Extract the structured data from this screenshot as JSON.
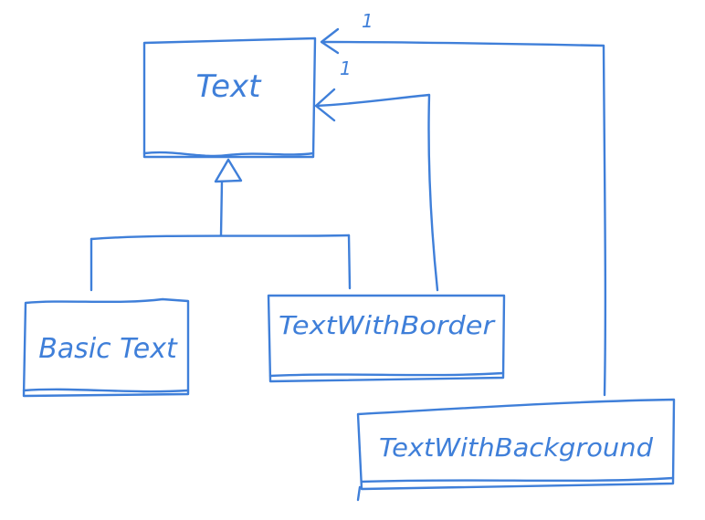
{
  "diagram": {
    "ink_color": "#3f7fd9",
    "boxes": {
      "text": "Text",
      "basic_text": "Basic Text",
      "text_with_border": "TextWithBorder",
      "text_with_background": "TextWithBackground"
    },
    "multiplicities": {
      "border_to_text": "1",
      "background_to_text": "1"
    }
  }
}
